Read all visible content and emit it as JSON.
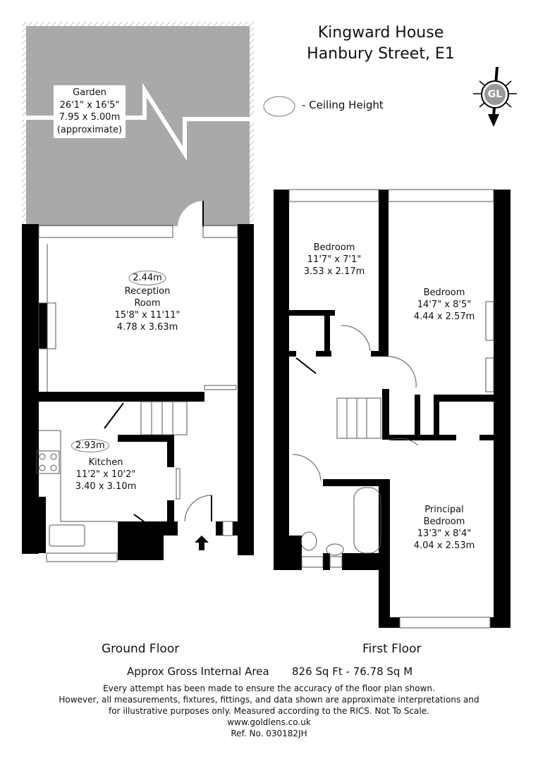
{
  "header": {
    "title_line1": "Kingward House",
    "title_line2": "Hanbury Street, E1"
  },
  "legend": {
    "ceiling_height_label": "- Ceiling Height"
  },
  "compass": {
    "icon": "compass-north-icon",
    "logo_text": "GL"
  },
  "garden": {
    "name": "Garden",
    "imperial": "26'1\" x 16'5\"",
    "metric": "7.95 x 5.00m",
    "note": "(approximate)"
  },
  "ground_floor": {
    "label": "Ground Floor",
    "rooms": [
      {
        "name_line1": "Reception",
        "name_line2": "Room",
        "imperial": "15'8\" x 11'11\"",
        "metric": "4.78 x 3.63m",
        "ceiling": "2.44m"
      },
      {
        "name_line1": "Kitchen",
        "imperial": "11'2\" x 10'2\"",
        "metric": "3.40 x 3.10m",
        "ceiling": "2.93m"
      }
    ]
  },
  "first_floor": {
    "label": "First Floor",
    "rooms": [
      {
        "name_line1": "Bedroom",
        "imperial": "11'7\" x 7'1\"",
        "metric": "3.53 x 2.17m"
      },
      {
        "name_line1": "Bedroom",
        "imperial": "14'7\" x 8'5\"",
        "metric": "4.44 x 2.57m"
      },
      {
        "name_line1": "Principal",
        "name_line2": "Bedroom",
        "imperial": "13'3\" x 8'4\"",
        "metric": "4.04 x 2.53m"
      }
    ]
  },
  "footer": {
    "area_label": "Approx Gross Internal Area",
    "area_value": "826 Sq Ft - 76.78 Sq M",
    "disclaimer_line1": "Every attempt has been made to ensure the accuracy of the floor plan shown.",
    "disclaimer_line2": "However, all measurements, fixtures, fittings, and data shown are approximate interpretations and",
    "disclaimer_line3": "for illustrative purposes only. Measured according to the RICS. Not To Scale.",
    "website": "www.goldlens.co.uk",
    "reference": "Ref. No. 030182JH"
  },
  "colors": {
    "garden_fill": "#a9a9a9",
    "wall": "#000000",
    "compass_fill": "#999999"
  }
}
